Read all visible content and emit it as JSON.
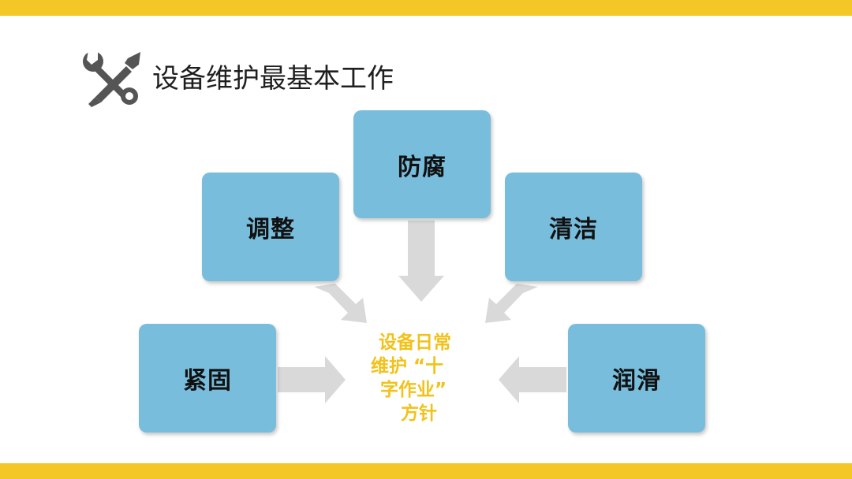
{
  "title": "设备维护最基本工作",
  "boxes": {
    "fangfu": "防腐",
    "tiaozheng": "调整",
    "qingjie": "清洁",
    "jingu": "紧固",
    "runhua": "润滑"
  },
  "center": {
    "line1": "设备日常",
    "line2": "维护 “十",
    "line3": "字作业”",
    "line4": "方针"
  },
  "colors": {
    "accent_bar": "#f5c726",
    "box_fill": "#78bddc",
    "center_text": "#f2c21a",
    "arrow": "#d9d9d9"
  },
  "icons": [
    "wrench-screwdriver-icon"
  ]
}
